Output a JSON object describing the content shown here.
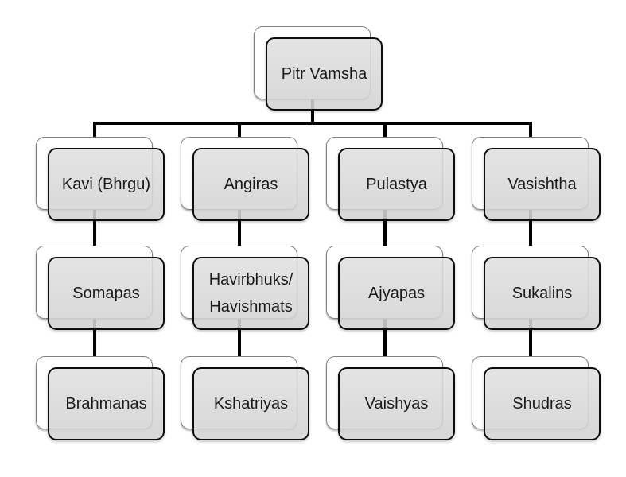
{
  "nodes": {
    "root": "Pitr Vamsha",
    "generation2": [
      "Kavi (Bhrgu)",
      "Angiras",
      "Pulastya",
      "Vasishtha"
    ],
    "generation3": [
      "Somapas",
      "Havirbhuks/\nHavishmats",
      "Ajyapas",
      "Sukalins"
    ],
    "generation4": [
      "Brahmanas",
      "Kshatriyas",
      "Vaishyas",
      "Shudras"
    ]
  },
  "hierarchy": [
    {
      "ancestor": "Kavi (Bhrgu)",
      "child": "Somapas",
      "grandchild": "Brahmanas"
    },
    {
      "ancestor": "Angiras",
      "child": "Havirbhuks/ Havishmats",
      "grandchild": "Kshatriyas"
    },
    {
      "ancestor": "Pulastya",
      "child": "Ajyapas",
      "grandchild": "Vaishyas"
    },
    {
      "ancestor": "Vasishtha",
      "child": "Sukalins",
      "grandchild": "Shudras"
    }
  ],
  "colors": {
    "background": "#ffffff",
    "card_fill": "#d9d9d9",
    "card_border": "#0d0d0d",
    "shadow_card_border": "#7f7f7f",
    "connector": "#000000",
    "text": "#1a1a1a"
  }
}
